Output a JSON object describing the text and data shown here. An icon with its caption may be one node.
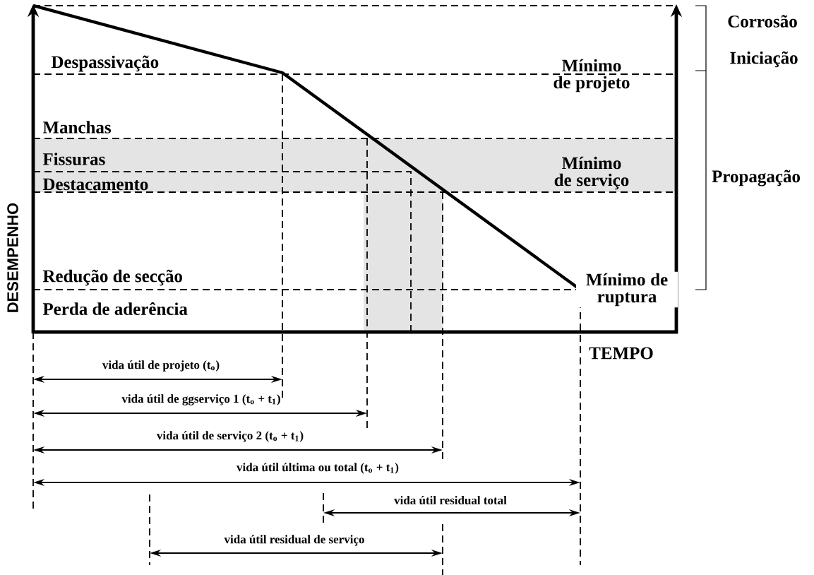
{
  "diagram": {
    "labels": [
      "Corrosão",
      "Despassivação",
      "Mínimo de projeto",
      "Iniciação",
      "Manchas",
      "Fissuras",
      "Mínimo de serviço",
      "Propagação",
      "Destacamento",
      "DESEMPENHO",
      "Redução de secção",
      "Mínimo de ruptura",
      "Perda de aderência",
      "TEMPO",
      "vida útil de projeto (t$_{o}$)",
      "vida útil de ggserviço 1 (t$_{o}$ + t$_{1}$)",
      "vida útil de serviço 2 (t$_{o}$ + t$_{1}$)",
      "vida útil última ou total (t$_{o}$ + t$_{1}$)",
      "vida útil residual total",
      "vida útil residual de serviço"
    ]
  }
}
